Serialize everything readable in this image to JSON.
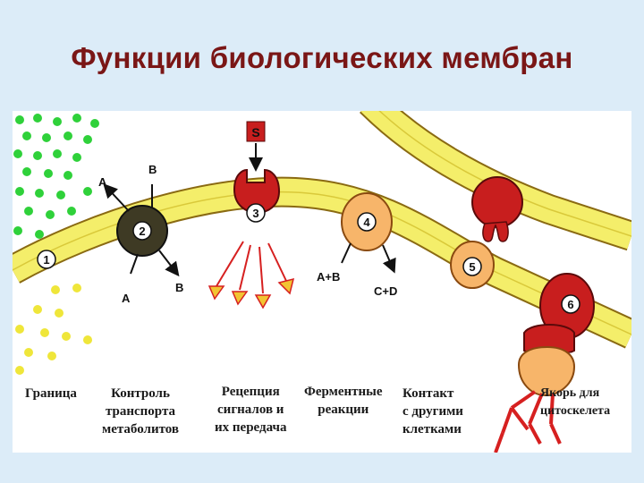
{
  "title": "Функции биологических мембран",
  "diagram": {
    "signal_label": "S",
    "numbers": [
      "1",
      "2",
      "3",
      "4",
      "5",
      "6"
    ],
    "transport_labels": {
      "a_out": "A",
      "b_in": "B",
      "a_in": "A",
      "b_out": "B"
    },
    "enzyme_labels": {
      "substrate": "A+B",
      "product": "C+D"
    },
    "captions": {
      "boundary": "Граница",
      "transport": "Контроль\nтранспорта\nметаболитов",
      "reception": "Рецепция\nсигналов и\nих передача",
      "enzymatic": "Ферментные\nреакции",
      "contact": "Контакт\nс другими\nклетками",
      "anchor": "Якорь для\nцитоскелета"
    },
    "colors": {
      "membrane_yellow": "#f4ee6a",
      "membrane_edge": "#8a6a12",
      "receptor_red": "#c81e1e",
      "enzyme_orange": "#f7b56a",
      "channel_dark": "#3e3a24",
      "green_dots": "#2fd13a",
      "yellow_dots": "#efe63a"
    }
  }
}
